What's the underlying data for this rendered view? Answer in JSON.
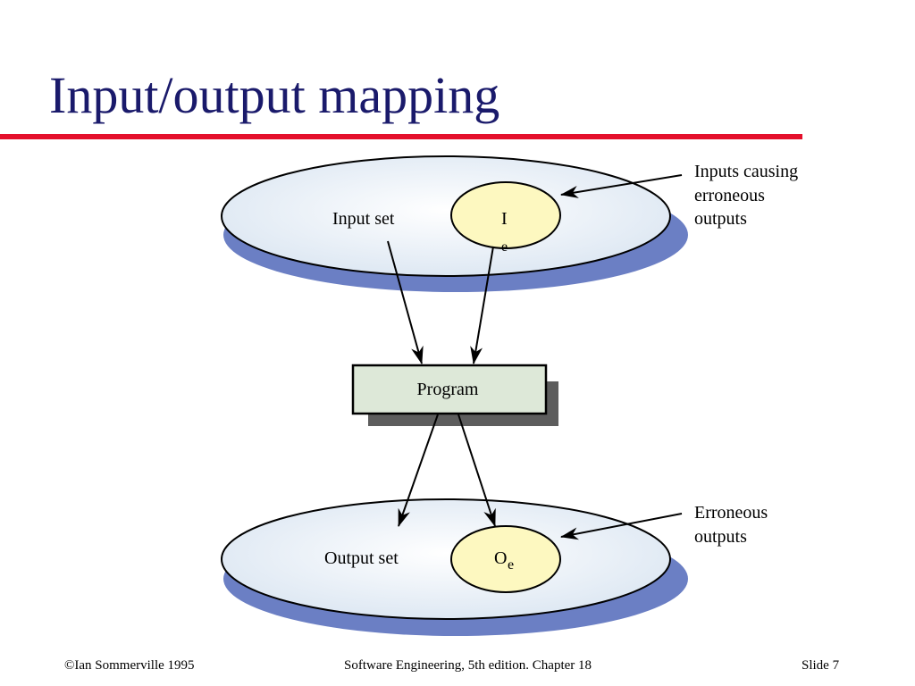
{
  "slide": {
    "title": "Input/output mapping"
  },
  "diagram": {
    "input_set_label": "Input set",
    "input_subset_label_main": "I",
    "input_subset_label_sub": "e",
    "program_label": "Program",
    "output_set_label": "Output set",
    "output_subset_label_main": "O",
    "output_subset_label_sub": "e",
    "annotation_inputs": [
      "Inputs causing",
      "erroneous",
      "outputs"
    ],
    "annotation_outputs": [
      "Erroneous",
      "outputs"
    ]
  },
  "footer": {
    "left": "©Ian Sommerville 1995",
    "center": "Software Engineering, 5th edition. Chapter 18",
    "right": "Slide 7"
  },
  "colors": {
    "title": "#1a1a6b",
    "rule": "#e4102c",
    "ellipse_shadow": "#6b7fc4",
    "ellipse_fill": "#e8f0f8",
    "subset_fill": "#fdf8c0",
    "program_fill": "#dde8d8",
    "program_shadow": "#5d5d5d"
  }
}
